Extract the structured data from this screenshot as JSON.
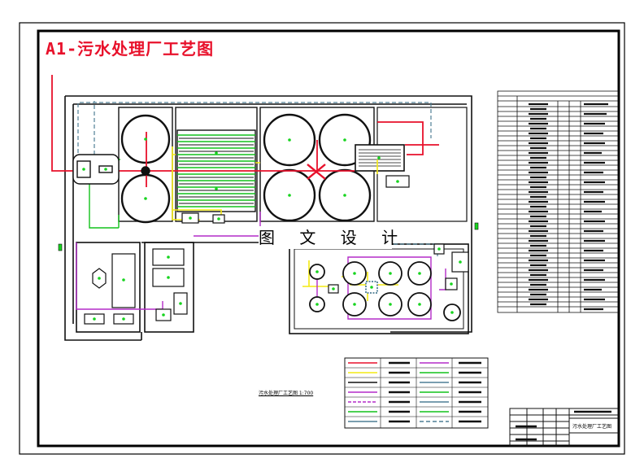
{
  "drawing": {
    "title": "A1-污水处理厂工艺图",
    "watermark": "图 文 设 计",
    "plan_label": "污水处理厂工艺图 1:700",
    "title_block_name": "污水处理厂工艺图"
  },
  "colors": {
    "frame": "#000000",
    "sewage_line": "#e8112b",
    "sludge_line": "#f3ea12",
    "air_line": "#12c21b",
    "chemical_line": "#b32cc8",
    "return_line": "#4f7f95",
    "structure": "#111111",
    "marker": "#17d41f"
  }
}
